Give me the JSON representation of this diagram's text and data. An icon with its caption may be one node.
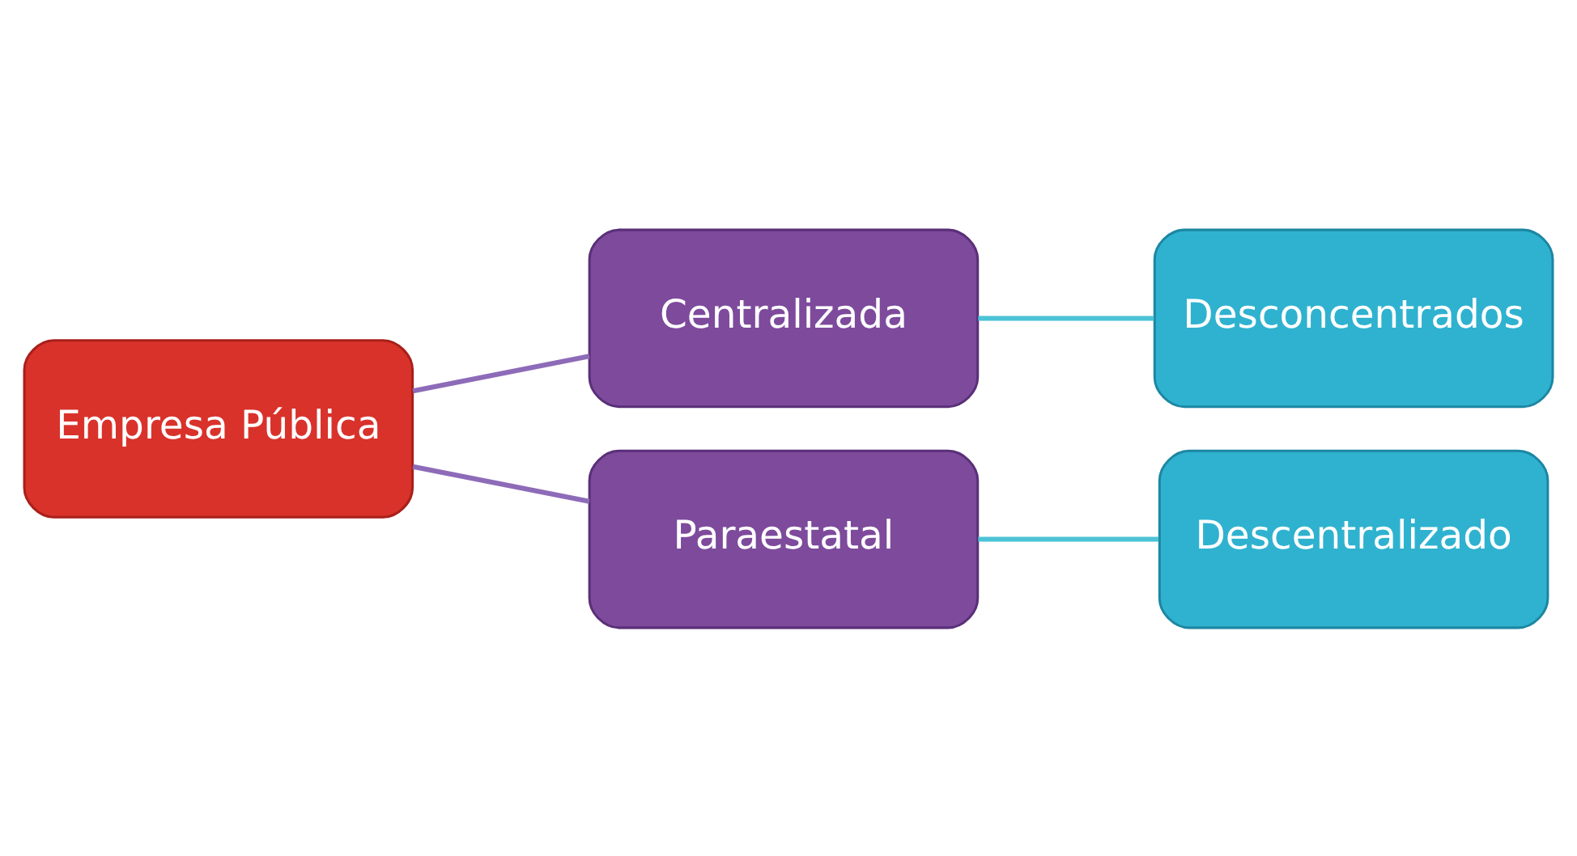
{
  "diagram": {
    "nodes": [
      {
        "text": [
          "Empresa Pública"
        ]
      },
      {
        "text": [
          "Centralizada"
        ]
      },
      {
        "text": [
          "Paraestatal"
        ]
      },
      {
        "text": [
          "Desconcentrados"
        ]
      },
      {
        "text": [
          "Descentralizado"
        ]
      }
    ],
    "edges": [
      {
        "from": 0,
        "to": 1,
        "arrow": "none",
        "color": "#8e6bb8"
      },
      {
        "from": 0,
        "to": 2,
        "arrow": "none",
        "color": "#8e6bb8"
      },
      {
        "from": 1,
        "to": 3,
        "arrow": "none",
        "color": "#4cc3d6"
      },
      {
        "from": 2,
        "to": 4,
        "arrow": "none",
        "color": "#4cc3d6"
      }
    ]
  }
}
